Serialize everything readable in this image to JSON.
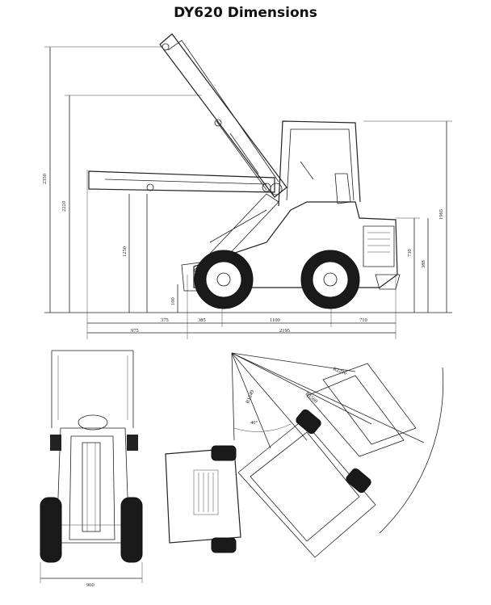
{
  "title": "DY620 Dimensions",
  "side_view": {
    "vertical_dims": [
      "2350",
      "2220",
      "1250",
      "100",
      "1965",
      "730",
      "388"
    ],
    "horizontal_dims": [
      "975",
      "375",
      "385",
      "1100",
      "710",
      "2195"
    ]
  },
  "front_view": {
    "width_dim": "960"
  },
  "top_view": {
    "radius_dims": [
      "R2296",
      "R1549",
      "R1560",
      "40°"
    ]
  },
  "colors": {
    "line": "#222222",
    "background": "#ffffff"
  }
}
